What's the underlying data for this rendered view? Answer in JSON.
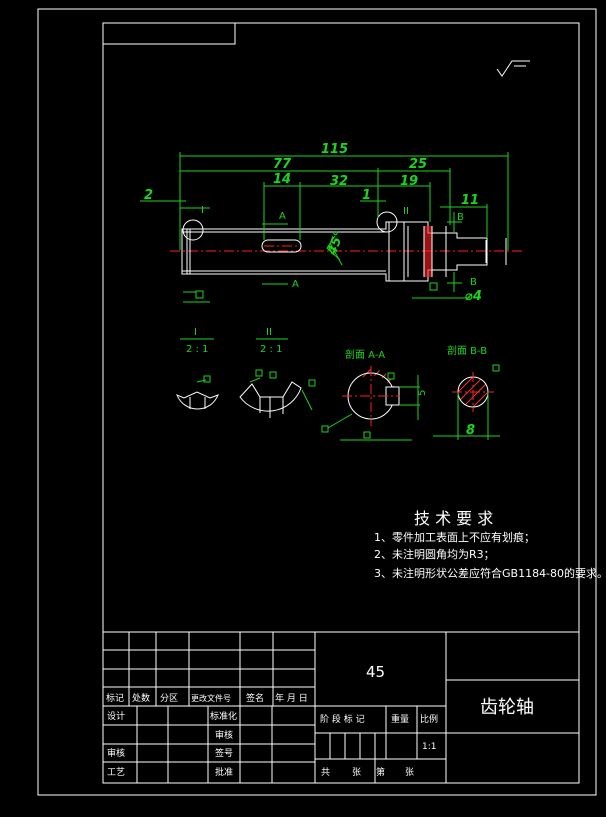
{
  "drawing": {
    "dimensions": {
      "overall_length": "115",
      "len_77": "77",
      "len_25": "25",
      "len_14": "14",
      "len_32": "32",
      "len_19": "19",
      "len_2": "2",
      "len_1": "1",
      "len_11": "11",
      "diameter_4": "⌀4",
      "angle_45": "45°",
      "section_a_width": "5",
      "section_b_width": "8"
    },
    "markers": {
      "detail_1": "I",
      "detail_2": "II",
      "section_a": "A",
      "section_b": "B"
    },
    "detail_views": [
      {
        "label": "I",
        "scale": "2 : 1"
      },
      {
        "label": "II",
        "scale": "2 : 1"
      }
    ],
    "section_views": [
      {
        "title": "剖面 A-A"
      },
      {
        "title": "剖面 B-B"
      }
    ]
  },
  "technical_requirements": {
    "title": "技 术 要 求",
    "items": [
      "1、零件加工表面上不应有划痕；",
      "2、未注明圆角均为R3；",
      "3、未注明形状公差应符合GB1184-80的要求。"
    ]
  },
  "title_block": {
    "material": "45",
    "part_name": "齿轮轴",
    "scale_value": "1:1",
    "revision_headers": [
      "标记",
      "处数",
      "分区",
      "更改文件号",
      "签名",
      "年 月 日"
    ],
    "role_labels": [
      "设计",
      "审核",
      "工艺"
    ],
    "mid_labels": [
      "标准化",
      "审核",
      "签号",
      "批准"
    ],
    "stage_label": "阶 段 标 记",
    "weight_label": "重量",
    "scale_label": "比例",
    "sheet_total": "共",
    "sheet_unit": "张",
    "sheet_num": "第",
    "sheet_unit2": "张"
  }
}
